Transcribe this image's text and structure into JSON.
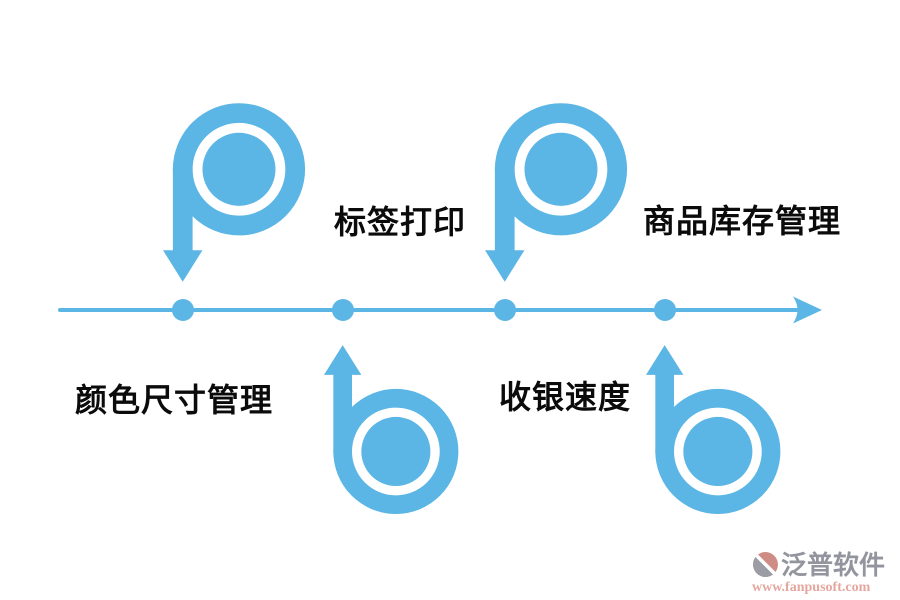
{
  "diagram": {
    "accent_color": "#5BB6E5",
    "label_color": "#0b0b0b",
    "axis": {
      "direction": "left-to-right",
      "point_count": 4
    },
    "items": [
      {
        "label": "颜色尺寸管理",
        "label_side": "below",
        "arrow": "spiral-arrow-down"
      },
      {
        "label": "标签打印",
        "label_side": "above",
        "arrow": "spiral-arrow-up"
      },
      {
        "label": "收银速度",
        "label_side": "below",
        "arrow": "spiral-arrow-down"
      },
      {
        "label": "商品库存管理",
        "label_side": "above",
        "arrow": "spiral-arrow-up"
      }
    ]
  },
  "watermark": {
    "brand": "泛普软件",
    "url": "www.fanpusoft.com",
    "brand_color": "#92959D",
    "url_color": "#E3A79F",
    "logo_color_red": "#CE8C84",
    "logo_color_gray": "#9C9CA4"
  }
}
